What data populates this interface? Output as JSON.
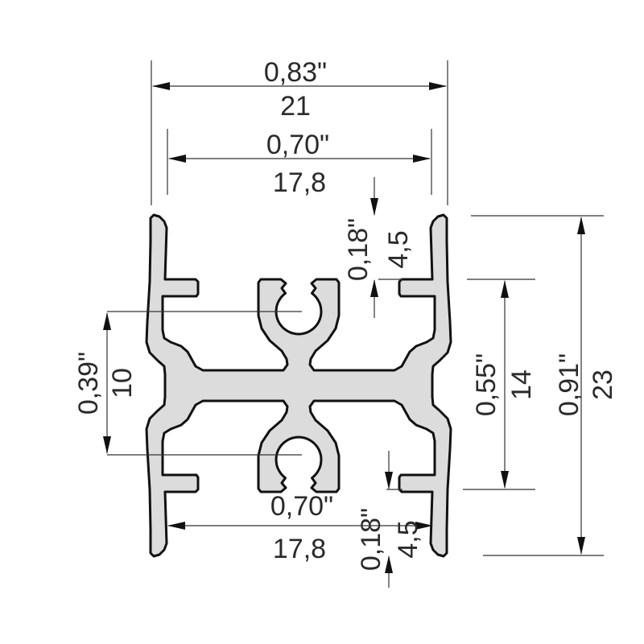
{
  "title": "Aluminium profile cross-section dimensions",
  "colors": {
    "profile_fill": "#dcdcdc",
    "outline": "#111111",
    "dimension": "#2a2a2a"
  },
  "dimensions": {
    "overall_width": {
      "inch": "0,83\"",
      "mm": "21"
    },
    "inner_width_top": {
      "inch": "0,70\"",
      "mm": "17,8"
    },
    "inner_width_bottom": {
      "inch": "0,70\"",
      "mm": "17,8"
    },
    "top_slot_depth": {
      "inch": "0,18\"",
      "mm": "4,5"
    },
    "bottom_slot_depth": {
      "inch": "0,18\"",
      "mm": "4,5"
    },
    "slot_center_distance": {
      "inch": "0,39\"",
      "mm": "10"
    },
    "arm_distance": {
      "inch": "0,55\"",
      "mm": "14"
    },
    "overall_height": {
      "inch": "0,91\"",
      "mm": "23"
    }
  }
}
